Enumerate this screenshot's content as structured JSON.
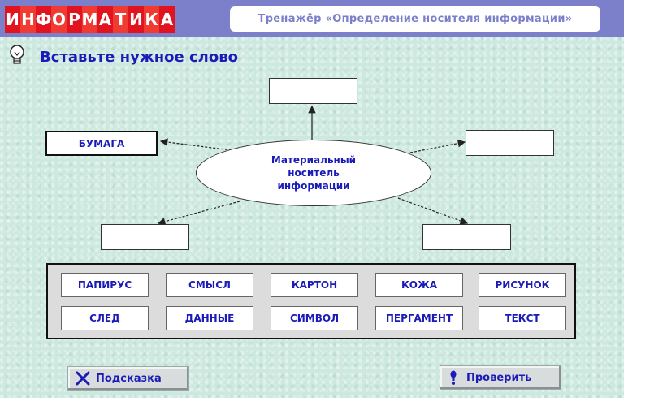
{
  "header": {
    "logo_letters": [
      "И",
      "Н",
      "Ф",
      "О",
      "Р",
      "М",
      "А",
      "Т",
      "И",
      "К",
      "А"
    ],
    "title": "Тренажёр «Определение носителя информации»"
  },
  "instruction": "Вставьте нужное слово",
  "diagram": {
    "center": [
      "Материальный",
      "носитель",
      "информации"
    ],
    "slots": {
      "top": "",
      "left": "БУМАГА",
      "right": "",
      "bottom_left": "",
      "bottom_right": ""
    }
  },
  "word_bank": [
    [
      "ПАПИРУС",
      "СМЫСЛ",
      "КАРТОН",
      "КОЖА",
      "РИСУНОК"
    ],
    [
      "СЛЕД",
      "ДАННЫЕ",
      "СИМВОЛ",
      "ПЕРГАМЕНТ",
      "ТЕКСТ"
    ]
  ],
  "buttons": {
    "hint": "Подсказка",
    "check": "Проверить"
  },
  "icons": {
    "hint": "hint-x-icon",
    "check": "exclamation-icon",
    "instruction": "lightbulb-icon"
  },
  "colors": {
    "header_bg": "#7c7fc9",
    "logo_red": "#e0131e",
    "text_blue": "#1b1bb8",
    "stage_bg": "#cde9df"
  }
}
